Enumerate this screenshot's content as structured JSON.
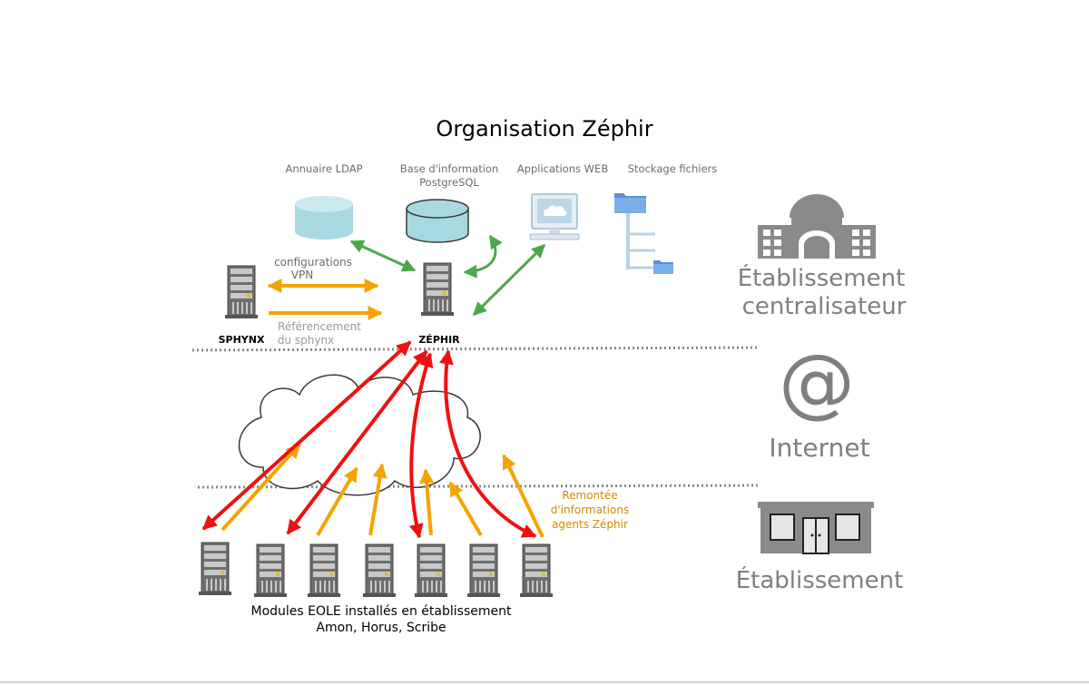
{
  "title": "Organisation Zéphir",
  "services": {
    "ldap": "Annuaire LDAP",
    "db_line1": "Base d'information",
    "db_line2": "PostgreSQL",
    "web": "Applications WEB",
    "storage": "Stockage fichiers"
  },
  "labels": {
    "config_line1": "configurations",
    "config_line2": "VPN",
    "ref_line1": "Référencement",
    "ref_line2": "du sphynx",
    "sphynx": "SPHYNX",
    "zephir": "ZÉPHIR",
    "remontee_line1": "Remontée",
    "remontee_line2": "d'informations",
    "remontee_line3": "agents Zéphir",
    "modules_line1": "Modules EOLE installés en établissement",
    "modules_line2": "Amon, Horus, Scribe"
  },
  "zones": {
    "central_line1": "Établissement",
    "central_line2": "centralisateur",
    "at_symbol": "@",
    "internet": "Internet",
    "etab": "Établissement"
  },
  "colors": {
    "green": "#4aa84a",
    "orange": "#f5a300",
    "red": "#ee1111",
    "zone_text": "#7f7f7f",
    "db_fill": "#a8d8e0",
    "orange_text": "#d08a00"
  }
}
